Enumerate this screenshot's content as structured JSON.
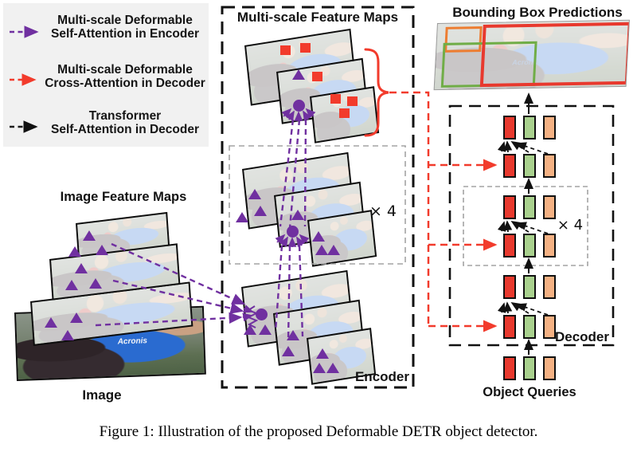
{
  "legend": {
    "items": [
      {
        "name": "encoder-self-attention",
        "arrow_color": "#7030a0",
        "lines": [
          "Multi-scale Deformable",
          "Self-Attention in Encoder"
        ]
      },
      {
        "name": "decoder-cross-attention",
        "arrow_color": "#f23b2c",
        "lines": [
          "Multi-scale Deformable",
          "Cross-Attention in Decoder"
        ]
      },
      {
        "name": "decoder-self-attention",
        "arrow_color": "#1a1a1a",
        "lines": [
          "Transformer",
          "Self-Attention in Decoder"
        ]
      }
    ]
  },
  "encoder": {
    "title": "Multi-scale Feature Maps",
    "repeat": "× 4",
    "label": "Encoder"
  },
  "decoder": {
    "title": "Bounding Box Predictions",
    "repeat": "× 4",
    "label": "Decoder",
    "object_queries_label": "Object Queries"
  },
  "image_section": {
    "feature_maps_label": "Image Feature Maps",
    "image_label": "Image",
    "watermark": "Acronis"
  },
  "caption": "Figure 1: Illustration of the proposed Deformable DETR object detector.",
  "colors": {
    "purple": "#7030a0",
    "red": "#f23b2c",
    "query_red": "#e8392e",
    "query_green": "#a9d18e",
    "query_orange": "#f4b183",
    "bbox_red": "#e8392e",
    "bbox_green": "#70ad47",
    "bbox_orange": "#ed7d31",
    "legend_bg": "#f1f1f1",
    "gray_dash": "#a3a3a3"
  }
}
